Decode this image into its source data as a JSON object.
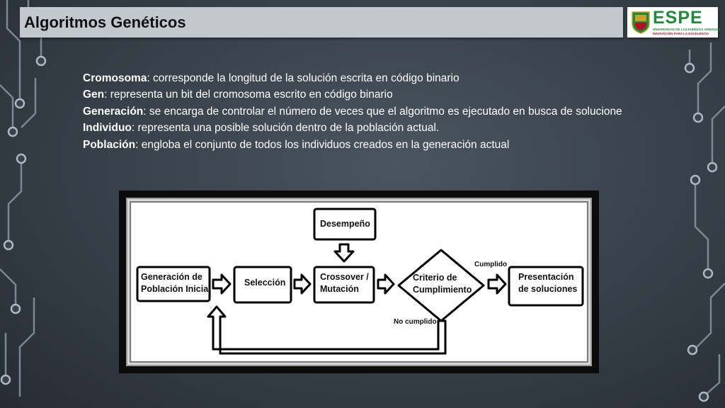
{
  "slide": {
    "title": "Algoritmos Genéticos"
  },
  "logo": {
    "name": "ESPE",
    "subtitle_line1": "UNIVERSIDAD DE LAS FUERZAS ARMADAS",
    "subtitle_line2": "INNOVACIÓN PARA LA EXCELENCIA",
    "colors": {
      "green": "#1f8a3c",
      "red": "#b0122a"
    }
  },
  "definitions": [
    {
      "term": "Cromosoma",
      "sep": ":",
      "text": " corresponde la longitud de la solución escrita en código binario"
    },
    {
      "term": "Gen",
      "sep": ":",
      "text": " representa un bit del cromosoma escrito en código binario"
    },
    {
      "term": "Generación",
      "sep": ":",
      "text": " se encarga de controlar el número de veces que el algoritmo es ejecutado en busca de solucione"
    },
    {
      "term": "Individuo",
      "sep": ":",
      "text": " representa una posible solución dentro de la población actual."
    },
    {
      "term": "Población",
      "sep": ":",
      "text": " engloba el conjunto de todos los individuos creados en la generación actual"
    }
  ],
  "diagram": {
    "nodes": {
      "init_line1": "Generación de",
      "init_line2": "Población Inicial",
      "selection": "Selección",
      "crossover_line1": "Crossover /",
      "crossover_line2": "Mutación",
      "performance": "Desempeño",
      "criterion_line1": "Criterio de",
      "criterion_line2": "Cumplimiento",
      "presentation_line1": "Presentación",
      "presentation_line2": "de soluciones"
    },
    "labels": {
      "met": "Cumplido",
      "not_met": "No cumplido"
    }
  }
}
